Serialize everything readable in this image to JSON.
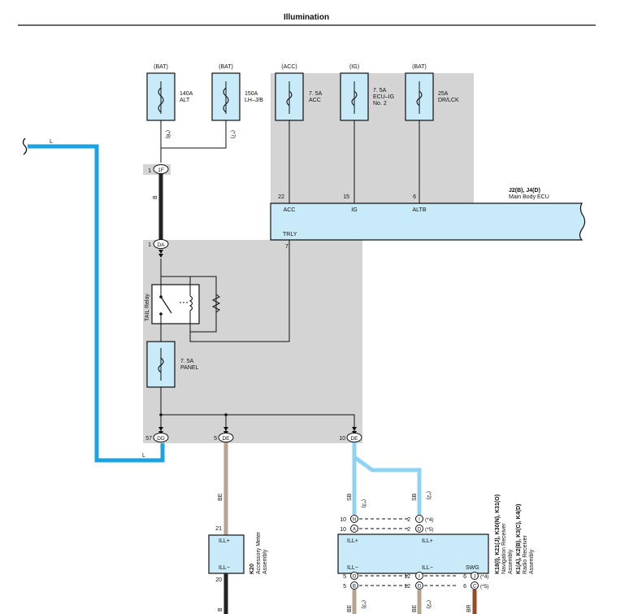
{
  "title": "Illumination",
  "fuses": [
    {
      "source": "(BAT)",
      "rating": "140A",
      "name": "ALT"
    },
    {
      "source": "(BAT)",
      "rating": "150A",
      "name": "LH–J/B"
    },
    {
      "source": "(ACC)",
      "rating": "7. 5A",
      "name": "ACC"
    },
    {
      "source": "(IG)",
      "rating": "7. 5A",
      "name": "ECU–IG",
      "name2": "No. 2"
    },
    {
      "source": "(BAT)",
      "rating": "25A",
      "name": "DR/LCK"
    }
  ],
  "wire_notes": {
    "alt": "(*8)",
    "lhjb": "(*7)"
  },
  "connectors": {
    "c1F": {
      "pin": "1",
      "id": "1F"
    },
    "cDA": {
      "pin": "1",
      "id": "DA"
    },
    "cDD": {
      "pin": "57",
      "id": "DD"
    },
    "cDE5": {
      "pin": "5",
      "id": "DE"
    },
    "cDE10": {
      "pin": "10",
      "id": "DE"
    }
  },
  "ecu": {
    "ref": "J2(B), J4(D)",
    "name": "Main Body ECU",
    "pins": [
      {
        "num": "22",
        "label": "ACC"
      },
      {
        "num": "15",
        "label": "IG"
      },
      {
        "num": "6",
        "label": "ALTB"
      }
    ],
    "trly_label": "TRLY",
    "trly_pin": "7"
  },
  "relay": {
    "label": "TAIL Relay"
  },
  "panel_fuse": {
    "rating": "7. 5A",
    "name": "PANEL"
  },
  "wires": {
    "L_top": "L",
    "L_bottom": "L",
    "B_top": "B",
    "BE_meter": "BE",
    "B_meter": "B",
    "SB_a": "SB",
    "SB_a_note": "(*3)",
    "SB_b": "SB",
    "SB_b_note": "(*2)",
    "BE_a": "BE",
    "BE_a_note": "(*3)",
    "BE_b": "BE",
    "BE_b_note": "(*2)",
    "BR": "BR"
  },
  "meter": {
    "ref": "K20",
    "name": "Accessory Meter",
    "name2": "Assembly",
    "pin_top": "21",
    "pin_bottom": "20",
    "ill_plus": "ILL+",
    "ill_minus": "ILL−"
  },
  "receiver": {
    "ref1": "K18(I), K21(J), K30(N), K31(O)",
    "name1": "Navigation Receiver",
    "name1b": "Assembly",
    "ref2": "K1(A), K2(B), K3(C), K4(D)",
    "name2": "Radio Receiver",
    "name2b": "Assembly",
    "ill_plus_left": "ILL+",
    "ill_plus_right": "ILL+",
    "ill_minus_left": "ILL−",
    "ill_minus_right": "ILL−",
    "swg": "SWG",
    "rows": [
      {
        "lpin": "10",
        "lconn": "N",
        "rpin": "2",
        "rconn": "I",
        "note": "(*4)"
      },
      {
        "lpin": "10",
        "lconn": "A",
        "rpin": "2",
        "rconn": "D",
        "note": "(*5)"
      },
      {
        "lpin": "5",
        "lconn": "O",
        "rpin": "12",
        "rconn": "I",
        "spin": "6",
        "sconn": "J",
        "note": "(*4)"
      },
      {
        "lpin": "5",
        "lconn": "B",
        "rpin": "12",
        "rconn": "D",
        "spin": "6",
        "sconn": "C",
        "note": "(*5)"
      }
    ]
  },
  "colors": {
    "blue_wire": "#1aa3e0",
    "light_blue_wire": "#8fd3f2",
    "black_wire": "#222222",
    "tan_wire": "#b5a58f",
    "brown_wire": "#9a4a23",
    "gray_box": "#d4d4d4",
    "ecu_fill": "#c9eaf8",
    "fuse_fill": "#c9eaf8"
  }
}
